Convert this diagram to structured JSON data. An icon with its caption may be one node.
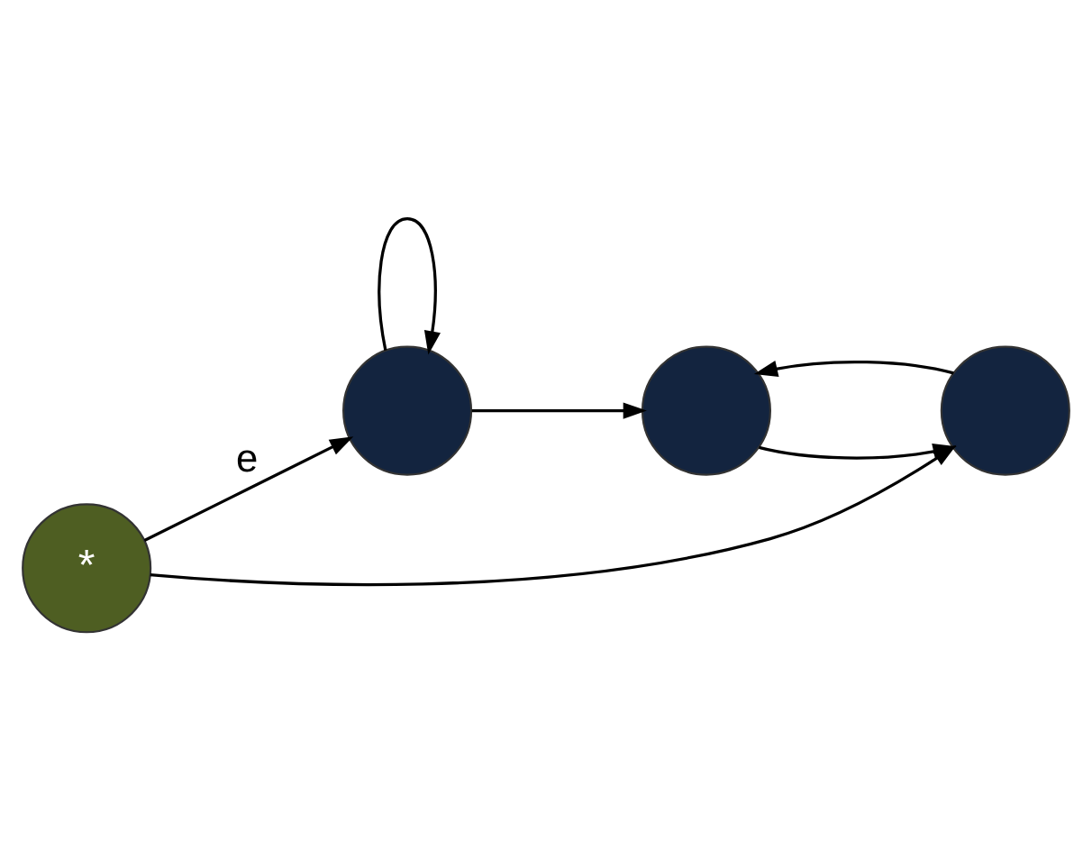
{
  "diagram": {
    "nodes": [
      {
        "text": [
          "*"
        ]
      },
      {
        "text": [],
        "shape": "circle"
      },
      {
        "text": [],
        "shape": "circle"
      },
      {
        "text": [],
        "shape": "circle"
      }
    ],
    "edges": [
      {
        "from": 0,
        "to": 1,
        "arrow": "to",
        "label": "e"
      },
      {
        "from": 0,
        "to": 3,
        "arrow": "to"
      },
      {
        "from": 1,
        "to": 1,
        "arrow": "to"
      },
      {
        "from": 1,
        "to": 2,
        "arrow": "to"
      },
      {
        "from": 2,
        "to": 3,
        "arrow": "to"
      },
      {
        "from": 3,
        "to": 2,
        "arrow": "to"
      }
    ]
  }
}
